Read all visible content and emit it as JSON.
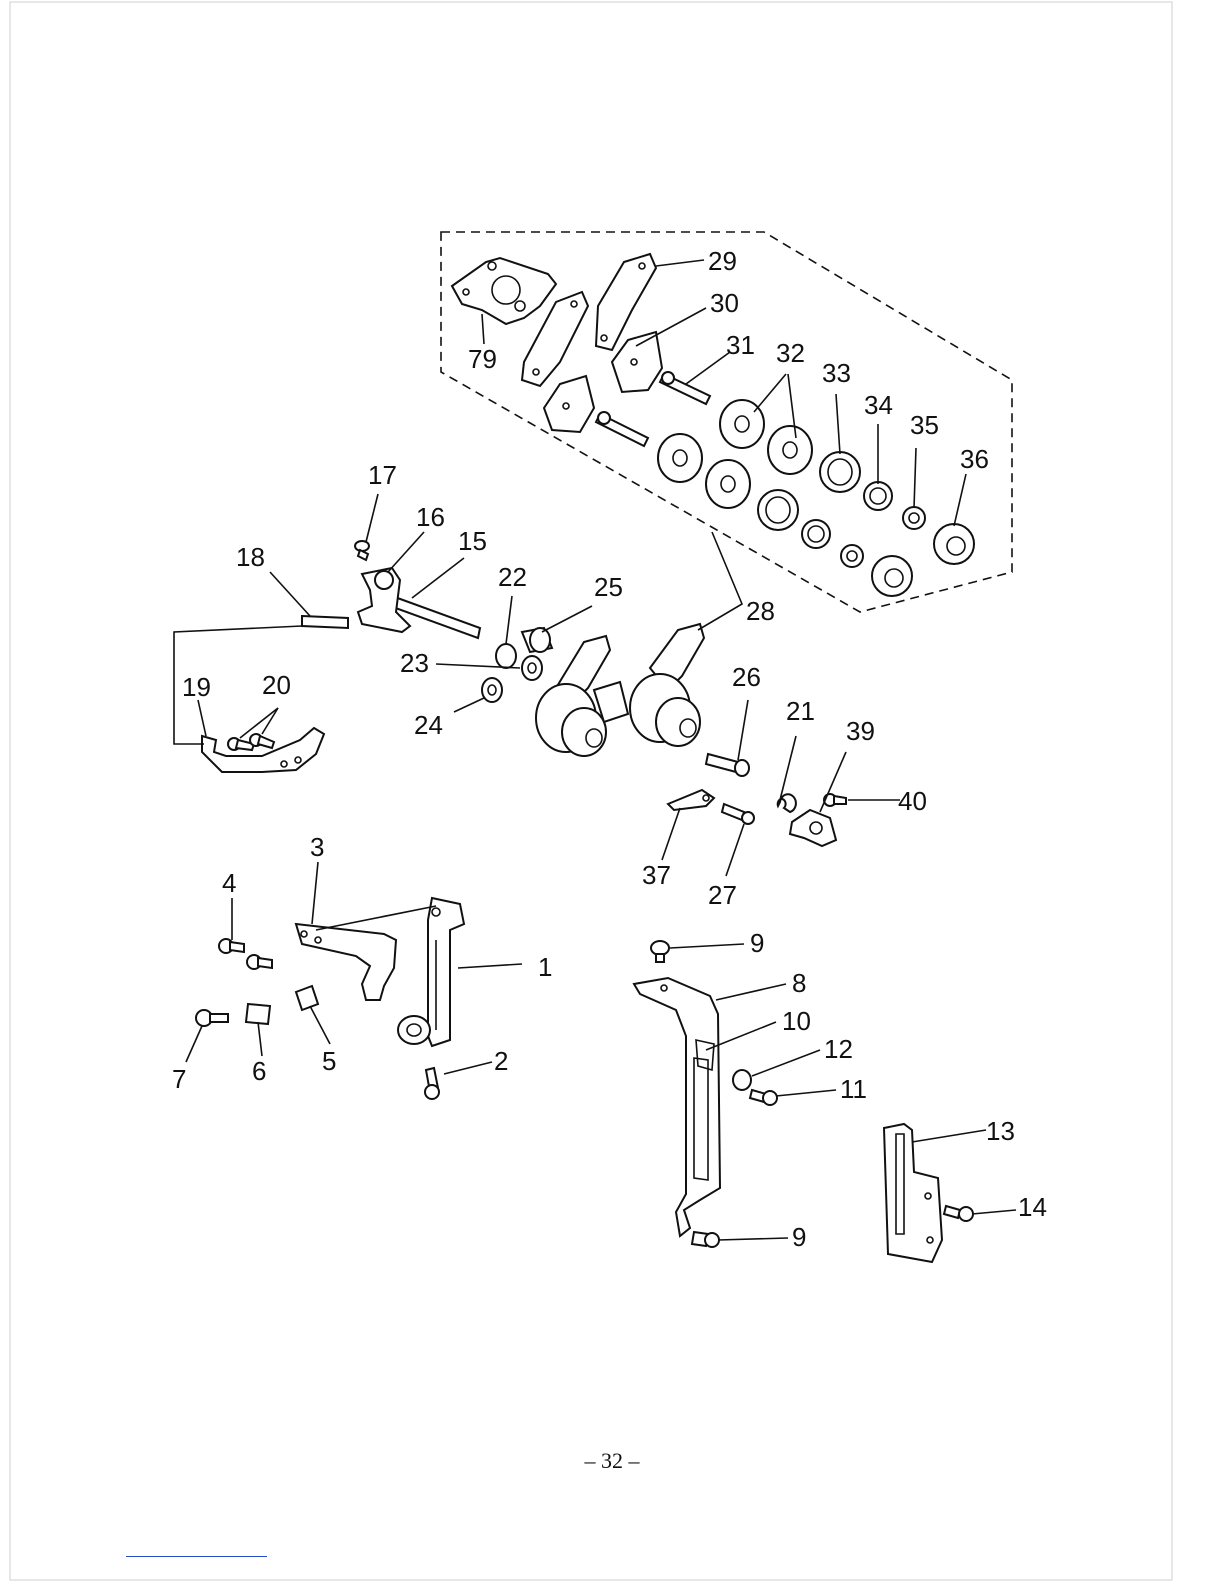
{
  "page_number": "– 32 –",
  "callouts": [
    {
      "id": "c1",
      "label": "1"
    },
    {
      "id": "c2",
      "label": "2"
    },
    {
      "id": "c3",
      "label": "3"
    },
    {
      "id": "c4",
      "label": "4"
    },
    {
      "id": "c5",
      "label": "5"
    },
    {
      "id": "c6",
      "label": "6"
    },
    {
      "id": "c7",
      "label": "7"
    },
    {
      "id": "c8",
      "label": "8"
    },
    {
      "id": "c9a",
      "label": "9"
    },
    {
      "id": "c9b",
      "label": "9"
    },
    {
      "id": "c10",
      "label": "10"
    },
    {
      "id": "c11",
      "label": "11"
    },
    {
      "id": "c12",
      "label": "12"
    },
    {
      "id": "c13",
      "label": "13"
    },
    {
      "id": "c14",
      "label": "14"
    },
    {
      "id": "c15",
      "label": "15"
    },
    {
      "id": "c16",
      "label": "16"
    },
    {
      "id": "c17",
      "label": "17"
    },
    {
      "id": "c18",
      "label": "18"
    },
    {
      "id": "c19",
      "label": "19"
    },
    {
      "id": "c20",
      "label": "20"
    },
    {
      "id": "c21",
      "label": "21"
    },
    {
      "id": "c22",
      "label": "22"
    },
    {
      "id": "c23",
      "label": "23"
    },
    {
      "id": "c24",
      "label": "24"
    },
    {
      "id": "c25",
      "label": "25"
    },
    {
      "id": "c26",
      "label": "26"
    },
    {
      "id": "c27",
      "label": "27"
    },
    {
      "id": "c28",
      "label": "28"
    },
    {
      "id": "c29",
      "label": "29"
    },
    {
      "id": "c30",
      "label": "30"
    },
    {
      "id": "c31",
      "label": "31"
    },
    {
      "id": "c32",
      "label": "32"
    },
    {
      "id": "c33",
      "label": "33"
    },
    {
      "id": "c34",
      "label": "34"
    },
    {
      "id": "c35",
      "label": "35"
    },
    {
      "id": "c36",
      "label": "36"
    },
    {
      "id": "c37",
      "label": "37"
    },
    {
      "id": "c39",
      "label": "39"
    },
    {
      "id": "c40",
      "label": "40"
    },
    {
      "id": "c79",
      "label": "79"
    }
  ]
}
